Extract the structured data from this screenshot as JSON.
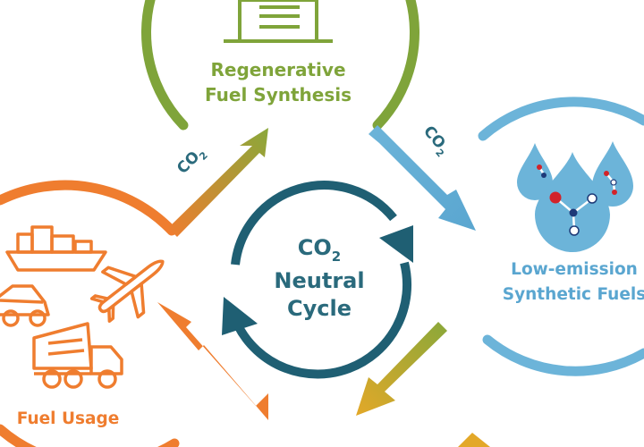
{
  "colors": {
    "green": "#7fa43a",
    "blue": "#6cb4d9",
    "orange": "#ef7d2f",
    "teal": "#1f5f73",
    "teal_label": "#2a6a7c",
    "red": "#d2232a",
    "navy": "#1e3a78"
  },
  "center": {
    "co": "CO",
    "sub": "2",
    "line2": "Neutral",
    "line3": "Cycle"
  },
  "nodes": {
    "regen": {
      "line1": "Regenerative",
      "line2": "Fuel Synthesis",
      "icon": "factory-icon"
    },
    "synthetic": {
      "line1": "Low-emission",
      "line2": "Synthetic Fuels",
      "icon": "fuel-drops-icon"
    },
    "usage": {
      "line1": "Fuel Usage",
      "icons": [
        "ship-icon",
        "car-icon",
        "airplane-icon",
        "dump-truck-icon"
      ]
    }
  },
  "arrows": {
    "left": {
      "co": "CO",
      "sub": "2"
    },
    "right": {
      "co": "CO",
      "sub": "2"
    }
  }
}
